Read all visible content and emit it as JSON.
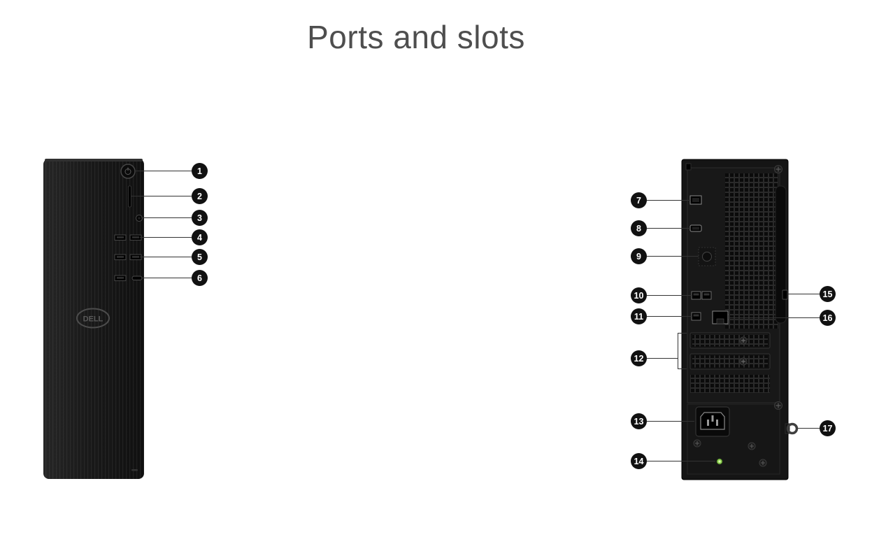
{
  "page": {
    "title": "Ports and slots"
  },
  "front_view": {
    "logo": "DELL",
    "callouts": [
      {
        "number": "1"
      },
      {
        "number": "2"
      },
      {
        "number": "3"
      },
      {
        "number": "4"
      },
      {
        "number": "5"
      },
      {
        "number": "6"
      }
    ]
  },
  "back_view": {
    "callouts": [
      {
        "number": "7"
      },
      {
        "number": "8"
      },
      {
        "number": "9"
      },
      {
        "number": "10"
      },
      {
        "number": "11"
      },
      {
        "number": "12"
      },
      {
        "number": "13"
      },
      {
        "number": "14"
      },
      {
        "number": "15"
      },
      {
        "number": "16"
      },
      {
        "number": "17"
      }
    ]
  },
  "colors": {
    "background": "#ffffff",
    "title_text": "#4e4e4e",
    "callout_background": "#111111",
    "callout_number": "#ffffff",
    "leader_line": "#333333",
    "chassis": "#1a1a1a",
    "psu_led": "#8fd14f"
  }
}
